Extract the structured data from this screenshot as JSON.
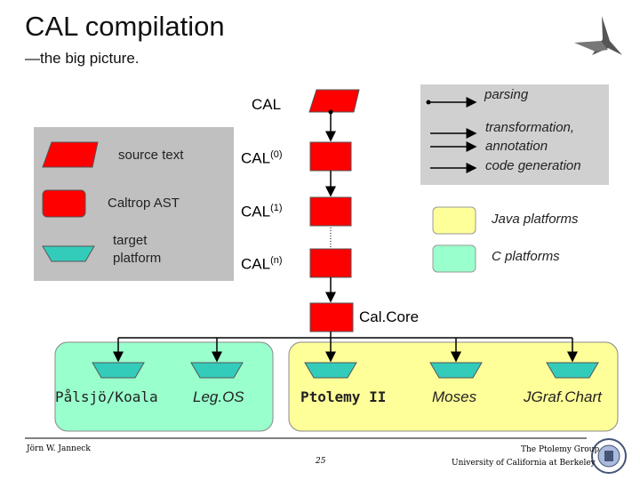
{
  "slide": {
    "title": "CAL compilation",
    "subtitle": "—the big picture."
  },
  "legend_left": {
    "source_text": "source text",
    "caltrop_ast": "Caltrop AST",
    "target_platform_line1": "target",
    "target_platform_line2": "platform"
  },
  "legend_right": {
    "parsing": "parsing",
    "transformation_line1": "transformation,",
    "transformation_line2": "annotation",
    "transformation_line3": "code generation",
    "java_platforms": "Java platforms",
    "c_platforms": "C platforms"
  },
  "pipeline": {
    "cal": "CAL",
    "cal0_base": "CAL",
    "cal0_sup": "(0)",
    "cal1_base": "CAL",
    "cal1_sup": "(1)",
    "caln_base": "CAL",
    "caln_sup": "(n)",
    "calcore": "Cal.Core"
  },
  "targets": {
    "palsjo": "Pålsjö/Koala",
    "legos": "Leg.OS",
    "ptolemy": "Ptolemy II",
    "moses": "Moses",
    "jgraf": "JGraf.Chart"
  },
  "footer": {
    "author": "Jörn W. Janneck",
    "page": "25",
    "group": "The Ptolemy Group",
    "university": "University of California at Berkeley"
  },
  "colors": {
    "red": "#ff0000",
    "teal": "#33ccbb",
    "java_yellow": "#ffff99",
    "c_green": "#99ffcc",
    "legend_gray": "#c0c0c0",
    "legend_gray_right": "#d0d0d0"
  }
}
